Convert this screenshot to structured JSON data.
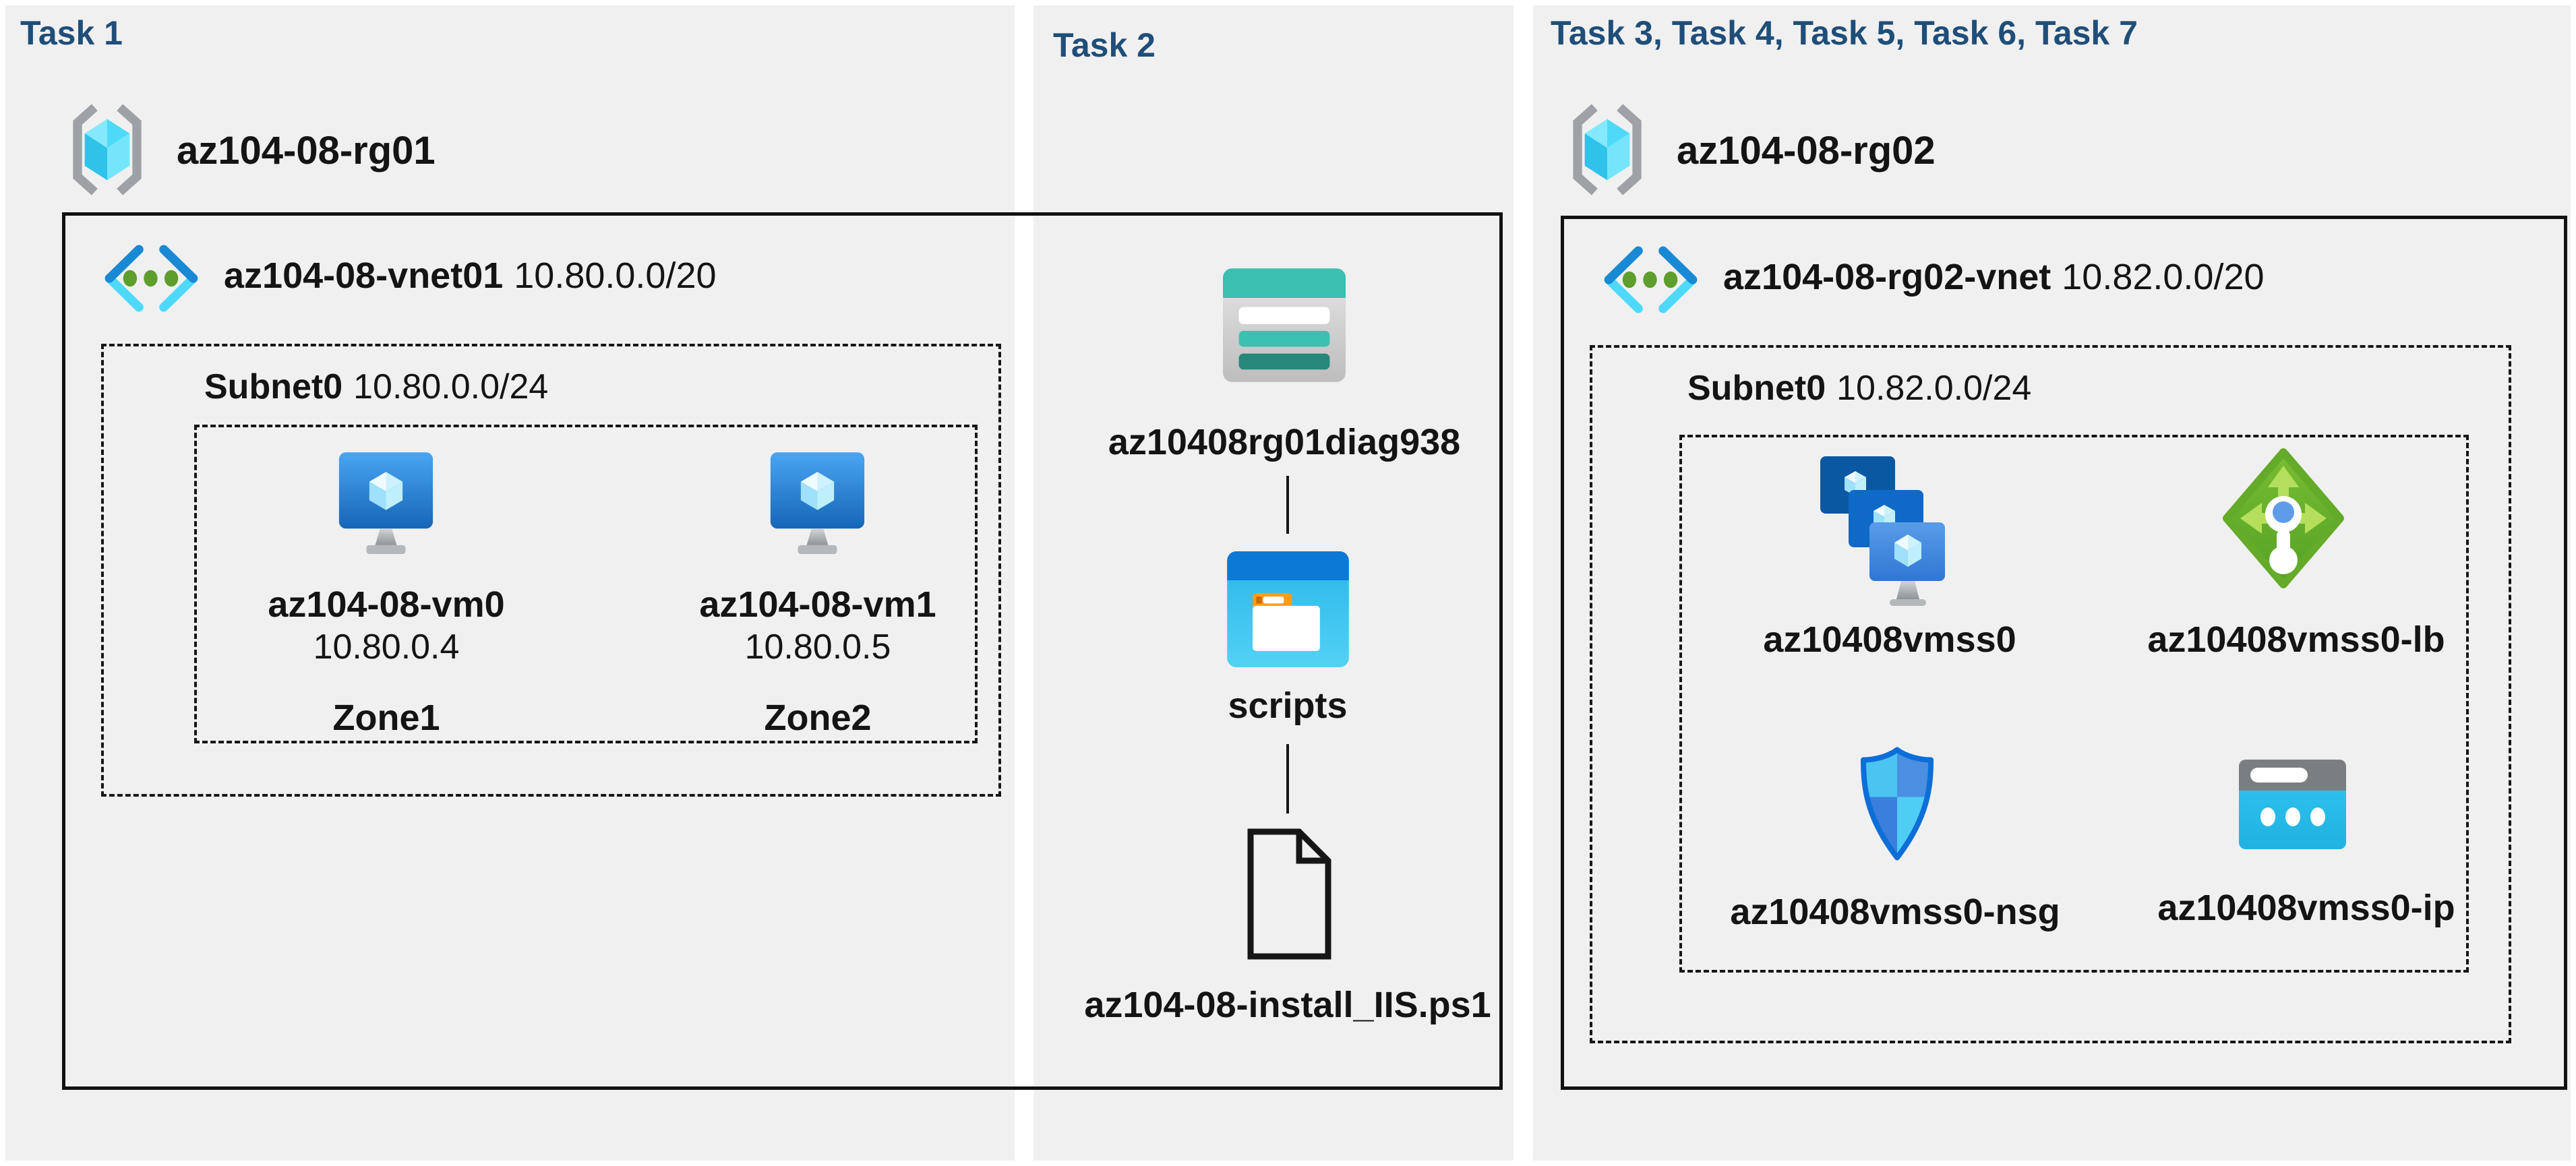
{
  "page": {
    "background": "#ffffff",
    "panel_background": "#f0f0f0",
    "task_header_color": "#1f4e79",
    "text_color": "#141414"
  },
  "panel1": {
    "header": "Task 1",
    "resource_group": {
      "name": "az104-08-rg01",
      "icon": "resource-group-icon"
    },
    "vnet": {
      "name": "az104-08-vnet01",
      "cidr": "10.80.0.0/20",
      "icon": "virtual-network-icon"
    },
    "subnet": {
      "name": "Subnet0",
      "cidr": "10.80.0.0/24"
    },
    "vms": [
      {
        "name": "az104-08-vm0",
        "ip": "10.80.0.4",
        "zone": "Zone1",
        "icon": "virtual-machine-icon"
      },
      {
        "name": "az104-08-vm1",
        "ip": "10.80.0.5",
        "zone": "Zone2",
        "icon": "virtual-machine-icon"
      }
    ]
  },
  "panel2": {
    "header": "Task 2",
    "storage_account": {
      "name": "az10408rg01diag938",
      "icon": "storage-account-icon"
    },
    "container": {
      "name": "scripts",
      "icon": "blob-container-icon"
    },
    "file": {
      "name": "az104-08-install_IIS.ps1",
      "icon": "script-file-icon"
    }
  },
  "panel3": {
    "header": "Task 3, Task 4, Task 5, Task 6, Task 7",
    "resource_group": {
      "name": "az104-08-rg02",
      "icon": "resource-group-icon"
    },
    "vnet": {
      "name": "az104-08-rg02-vnet",
      "cidr": "10.82.0.0/20",
      "icon": "virtual-network-icon"
    },
    "subnet": {
      "name": "Subnet0",
      "cidr": "10.82.0.0/24"
    },
    "resources": [
      {
        "name": "az10408vmss0",
        "type": "vm-scale-set",
        "icon": "vm-scale-set-icon"
      },
      {
        "name": "az10408vmss0-lb",
        "type": "load-balancer",
        "icon": "load-balancer-icon"
      },
      {
        "name": "az10408vmss0-nsg",
        "type": "network-security-group",
        "icon": "network-security-group-icon"
      },
      {
        "name": "az10408vmss0-ip",
        "type": "public-ip",
        "icon": "public-ip-icon"
      }
    ]
  }
}
